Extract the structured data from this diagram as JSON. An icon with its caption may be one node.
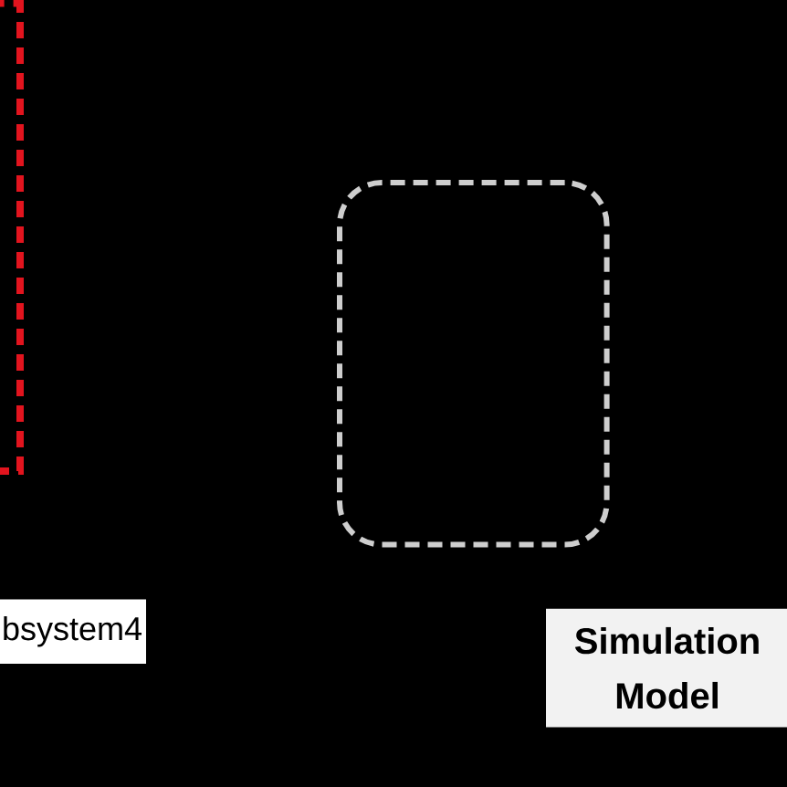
{
  "diagram": {
    "nodes": [
      {
        "text": [],
        "shape": "box"
      },
      {
        "text": [],
        "shape": "box"
      },
      {
        "text": [
          "bsystem4"
        ]
      },
      {
        "text": [
          "Simulation Model"
        ]
      }
    ]
  }
}
